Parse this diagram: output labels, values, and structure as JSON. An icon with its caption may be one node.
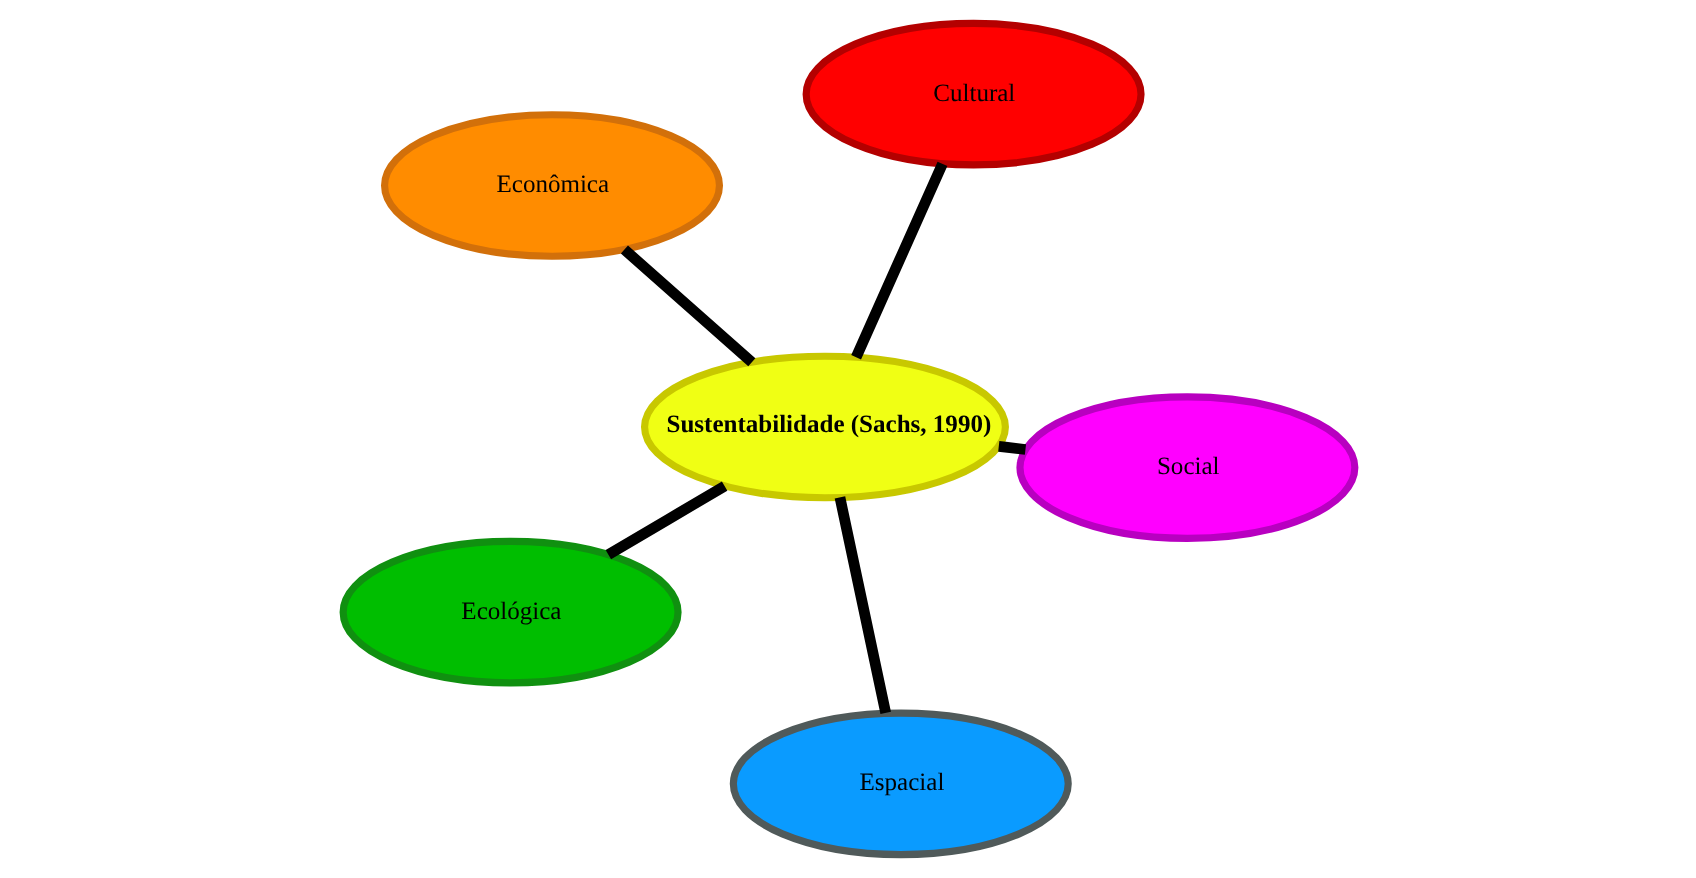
{
  "diagram": {
    "nodes": [
      {
        "text": [
          "Econômica"
        ]
      },
      {
        "text": [
          "Social"
        ]
      },
      {
        "text": [
          "Espacial"
        ]
      },
      {
        "text": [
          "Sustentabilidade (Sachs, 1990)"
        ]
      },
      {
        "text": [
          "Cultural"
        ]
      },
      {
        "text": [
          "Ecológica"
        ]
      }
    ],
    "edges": [
      {
        "from": 3,
        "to": 0,
        "arrow": "none"
      },
      {
        "from": 3,
        "to": 1,
        "arrow": "none"
      },
      {
        "from": 3,
        "to": 2,
        "arrow": "none"
      },
      {
        "from": 3,
        "to": 4,
        "arrow": "none"
      },
      {
        "from": 3,
        "to": 5,
        "arrow": "none"
      }
    ]
  }
}
